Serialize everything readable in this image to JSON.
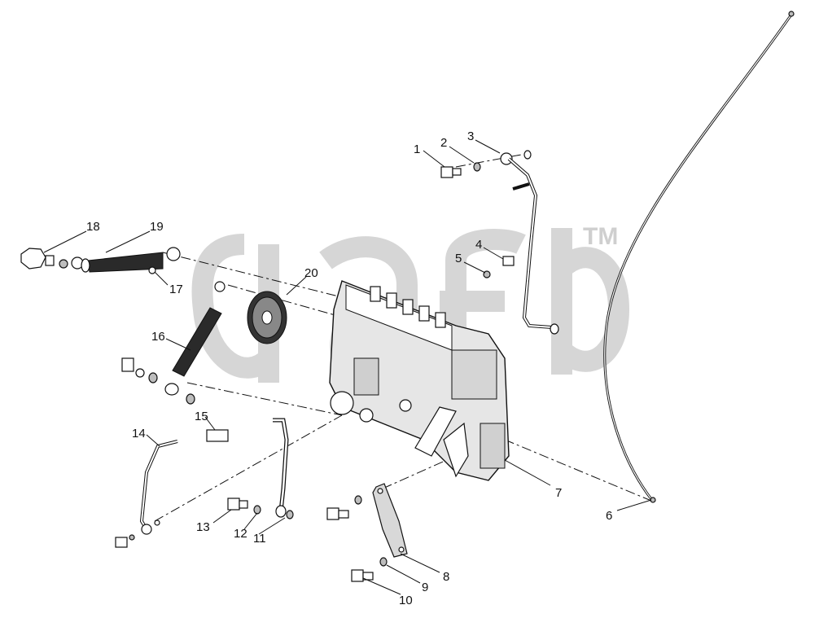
{
  "watermark": {
    "mark": "TM"
  },
  "callouts": [
    {
      "id": "c1",
      "text": "1"
    },
    {
      "id": "c2",
      "text": "2"
    },
    {
      "id": "c3",
      "text": "3"
    },
    {
      "id": "c4",
      "text": "4"
    },
    {
      "id": "c5",
      "text": "5"
    },
    {
      "id": "c6",
      "text": "6"
    },
    {
      "id": "c7",
      "text": "7"
    },
    {
      "id": "c8",
      "text": "8"
    },
    {
      "id": "c9",
      "text": "9"
    },
    {
      "id": "c10",
      "text": "10"
    },
    {
      "id": "c11",
      "text": "11"
    },
    {
      "id": "c12",
      "text": "12"
    },
    {
      "id": "c13",
      "text": "13"
    },
    {
      "id": "c14",
      "text": "14"
    },
    {
      "id": "c15",
      "text": "15"
    },
    {
      "id": "c16",
      "text": "16"
    },
    {
      "id": "c17",
      "text": "17"
    },
    {
      "id": "c18",
      "text": "18"
    },
    {
      "id": "c19",
      "text": "19"
    },
    {
      "id": "c20",
      "text": "20"
    }
  ]
}
